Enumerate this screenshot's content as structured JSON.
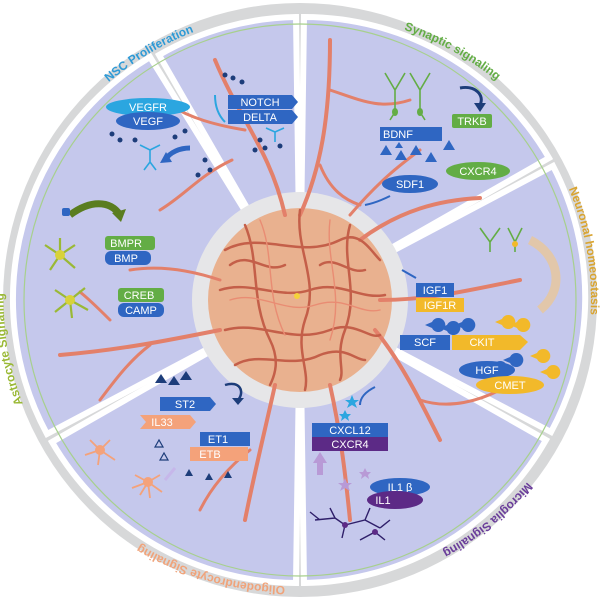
{
  "sections": {
    "nsc": {
      "title": "NSC Proliferation",
      "color": "#2e9ad6"
    },
    "synaptic": {
      "title": "Synaptic signaling",
      "color": "#63ad45"
    },
    "neuronal": {
      "title": "Neuronal homeostasis",
      "color": "#d9a430"
    },
    "microglia": {
      "title": "Microglia Signaling",
      "color": "#6a3d9a"
    },
    "oligo": {
      "title": "Oligodendrocyte Signaling",
      "color": "#f0a37a"
    },
    "astro": {
      "title": "Astrocyte Signaling",
      "color": "#9ab935"
    }
  },
  "molecules": {
    "vegfr": "VEGFR",
    "vegf": "VEGF",
    "notch": "NOTCH",
    "delta": "DELTA",
    "trkb": "TRKB",
    "bdnf": "BDNF",
    "cxcr4_syn": "CXCR4",
    "sdf1": "SDF1",
    "igf1": "IGF1",
    "igf1r": "IGF1R",
    "scf": "SCF",
    "ckit": "CKIT",
    "hgf": "HGF",
    "cmet": "CMET",
    "cxcl12": "CXCL12",
    "cxcr4_mg": "CXCR4",
    "il1b": "IL1 β",
    "il1": "IL1",
    "st2": "ST2",
    "il33": "IL33",
    "et1": "ET1",
    "etb": "ETB",
    "bmpr": "BMPR",
    "bmp": "BMP",
    "creb": "CREB",
    "camp": "CAMP"
  },
  "palette": {
    "disc_rim": "#d7d8d9",
    "sector_fill": "#c5c8ec",
    "inner_ring": "#e6e6e8",
    "vessel": "#e3806a",
    "vessel_dark": "#c05a44",
    "core": "#e9b18f",
    "blue": "#2f66c2",
    "cyan": "#2ba6e0",
    "green": "#63ad45",
    "olive": "#9ab935",
    "yellow": "#f2b92a",
    "purple": "#5c2a86",
    "orange": "#f4a27a",
    "lilac": "#b89ad6",
    "navy": "#1d3d7a"
  }
}
